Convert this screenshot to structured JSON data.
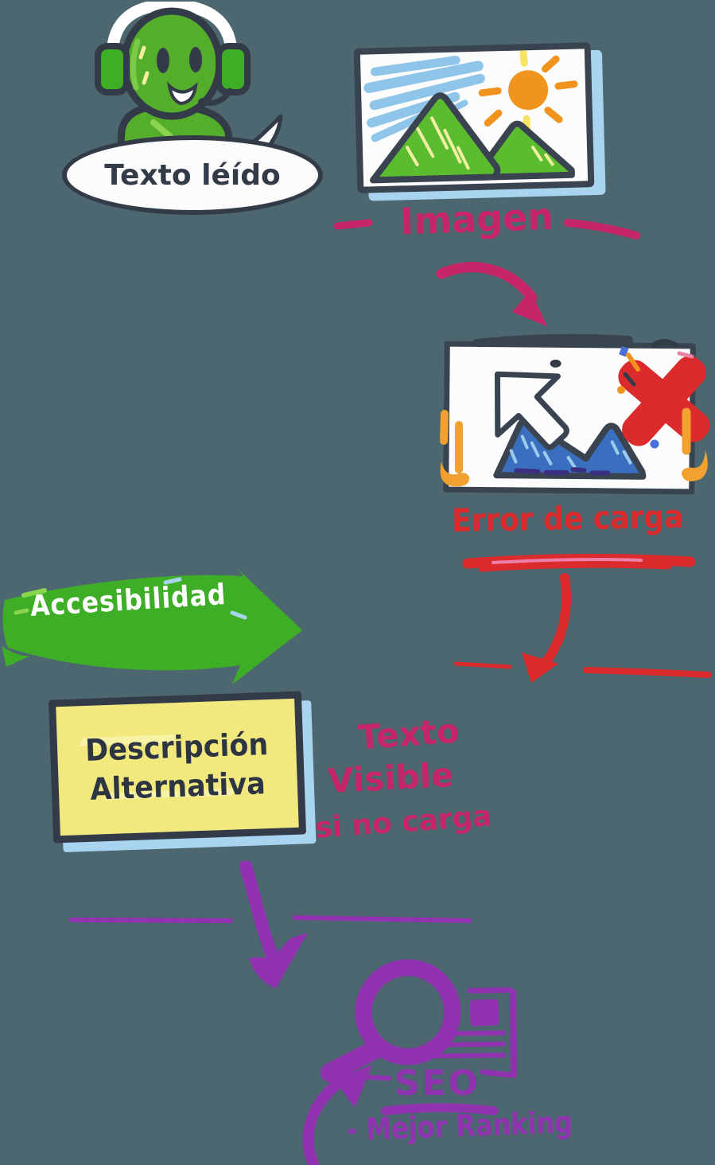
{
  "palette": {
    "background": "#4C6770",
    "ink": "#333B48",
    "pink": "#C62568",
    "red": "#DC2B2C",
    "green": "#3FAE27",
    "character_green": "#54AE2B",
    "mountain_green": "#5BBC2F",
    "purple": "#9132B1",
    "orange": "#F0941E",
    "yellow_note": "#F2E97E",
    "light_blue": "#A8D4EF",
    "sky_blue": "#8FC5E8",
    "broken_mountain_blue": "#3A6FC0"
  },
  "speech": {
    "text": "Texto léído"
  },
  "image_step": {
    "label": "Imagen"
  },
  "error_step": {
    "label": "Error de carga"
  },
  "accessibility_banner": {
    "label": "Accesibilidad"
  },
  "alt_note": {
    "line1": "Descripción",
    "line2": "Alternativa"
  },
  "visible_note": {
    "line1": "Texto",
    "line2": "Visible",
    "line3": "si no carga"
  },
  "seo": {
    "label": "SEO",
    "benefit": "- Mejor Ranking"
  }
}
